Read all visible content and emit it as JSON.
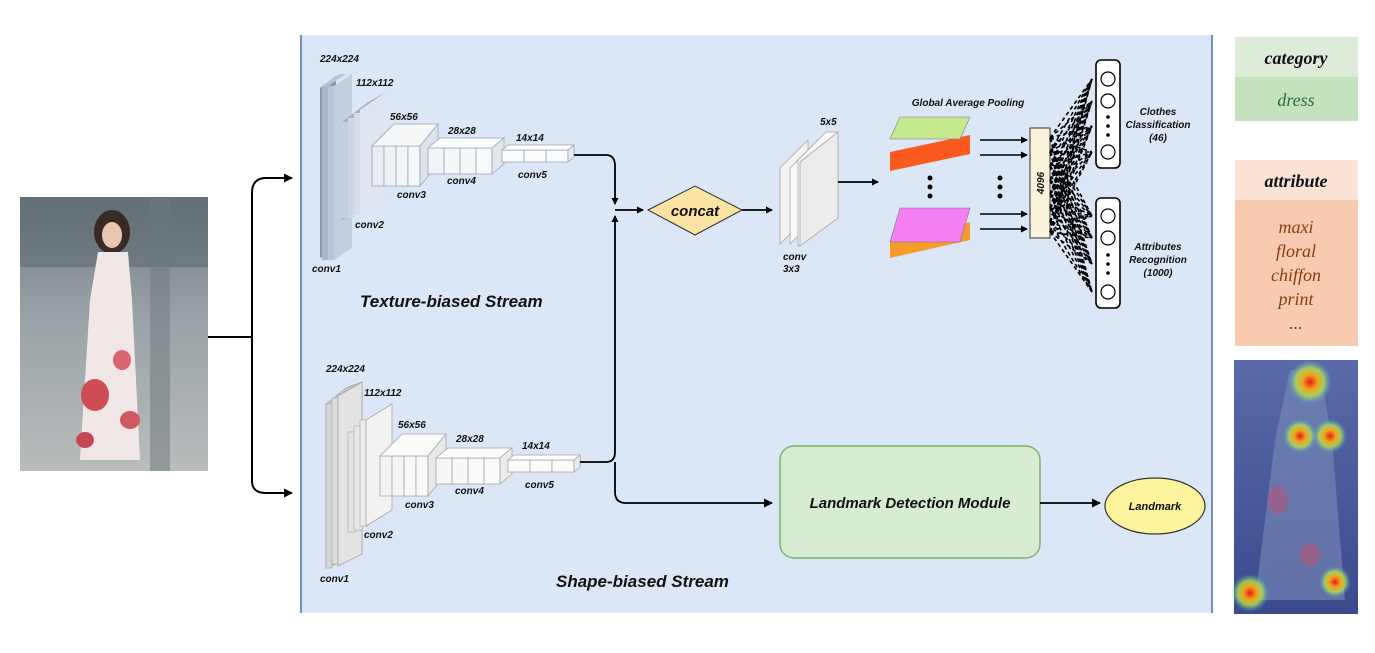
{
  "texture_stream": {
    "title": "Texture-biased Stream",
    "sizes": [
      "224x224",
      "112x112",
      "56x56",
      "28x28",
      "14x14"
    ],
    "layers": [
      "conv1",
      "conv2",
      "conv3",
      "conv4",
      "conv5"
    ]
  },
  "shape_stream": {
    "title": "Shape-biased Stream",
    "sizes": [
      "224x224",
      "112x112",
      "56x56",
      "28x28",
      "14x14"
    ],
    "layers": [
      "conv1",
      "conv2",
      "conv3",
      "conv4",
      "conv5"
    ]
  },
  "fusion": {
    "concat_label": "concat",
    "conv_size": "5x5",
    "conv_label_1": "conv",
    "conv_label_2": "3x3",
    "gap_label": "Global Average Pooling",
    "fc_label": "4096"
  },
  "outputs": {
    "classification_1": "Clothes",
    "classification_2": "Classification",
    "classification_3": "(46)",
    "attributes_1": "Attributes",
    "attributes_2": "Recognition",
    "attributes_3": "(1000)"
  },
  "landmark": {
    "module_label": "Landmark Detection Module",
    "output_label": "Landmark"
  },
  "side_panel": {
    "category_header": "category",
    "category_value": "dress",
    "attribute_header": "attribute",
    "attribute_values": [
      "maxi",
      "floral",
      "chiffon",
      "print",
      "..."
    ]
  },
  "colors": {
    "panel_bg": "#dbe7f7",
    "concat_fill": "#fbe3a4",
    "landmark_module_fill": "#d6ebd0",
    "landmark_output_fill": "#fbf49c",
    "category_header_bg": "#dcecd9",
    "category_value_bg": "#c5e2bf",
    "attribute_header_bg": "#fbe3d6",
    "attribute_value_bg": "#f8cbb0"
  }
}
